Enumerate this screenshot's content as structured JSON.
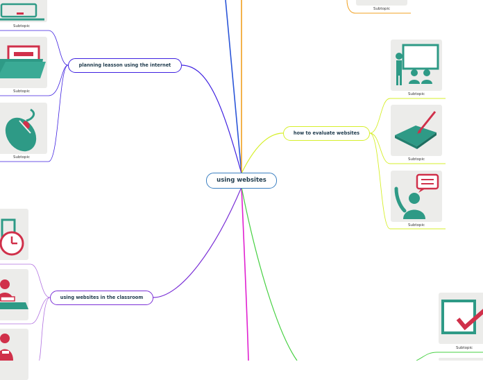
{
  "central": {
    "label": "using websites"
  },
  "branches": {
    "planning": {
      "label": "planning leasson using the internet"
    },
    "evaluate": {
      "label": "how to evaluate websites"
    },
    "classroom": {
      "label": "using websites in the classroom"
    }
  },
  "subtopic_label": "Subtopic",
  "colors": {
    "central_border": "#3a7fc1",
    "planning": "#3d1fe0",
    "evaluate": "#d6ef2a",
    "classroom": "#7a2fd6",
    "top_blue": "#2a55d8",
    "top_orange": "#f0a020",
    "bottom_magenta": "#e020d0",
    "bottom_green": "#45d040",
    "icon_teal": "#2e9a86",
    "icon_red": "#d0304a"
  },
  "icons": {
    "planning": [
      "laptop-icon",
      "folder-icon",
      "mouse-icon"
    ],
    "evaluate": [
      "presentation-board-icon",
      "book-pen-icon",
      "raised-hand-speech-icon"
    ],
    "classroom": [
      "clipboard-clock-icon",
      "student-desk-icon",
      "person-icon"
    ],
    "top_right": [
      "card-icon"
    ],
    "bottom_right": [
      "checkbox-check-icon"
    ]
  }
}
